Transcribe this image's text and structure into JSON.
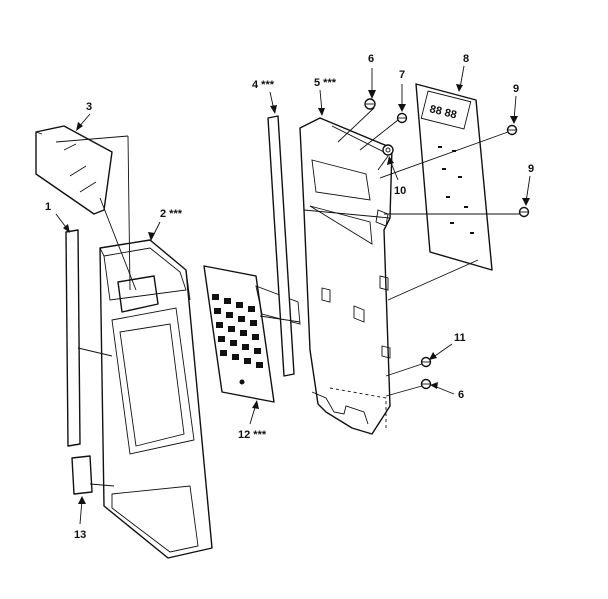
{
  "diagram": {
    "parts": [
      {
        "id": "p1",
        "label": "1"
      },
      {
        "id": "p2",
        "label": "2 ***"
      },
      {
        "id": "p3",
        "label": "3"
      },
      {
        "id": "p4",
        "label": "4 ***"
      },
      {
        "id": "p5",
        "label": "5 ***"
      },
      {
        "id": "p6a",
        "label": "6"
      },
      {
        "id": "p7",
        "label": "7"
      },
      {
        "id": "p8",
        "label": "8"
      },
      {
        "id": "p9a",
        "label": "9"
      },
      {
        "id": "p9b",
        "label": "9"
      },
      {
        "id": "p10",
        "label": "10"
      },
      {
        "id": "p11",
        "label": "11"
      },
      {
        "id": "p6b",
        "label": "6"
      },
      {
        "id": "p12",
        "label": "12 ***"
      },
      {
        "id": "p13",
        "label": "13"
      }
    ],
    "display_text": "88 88"
  }
}
